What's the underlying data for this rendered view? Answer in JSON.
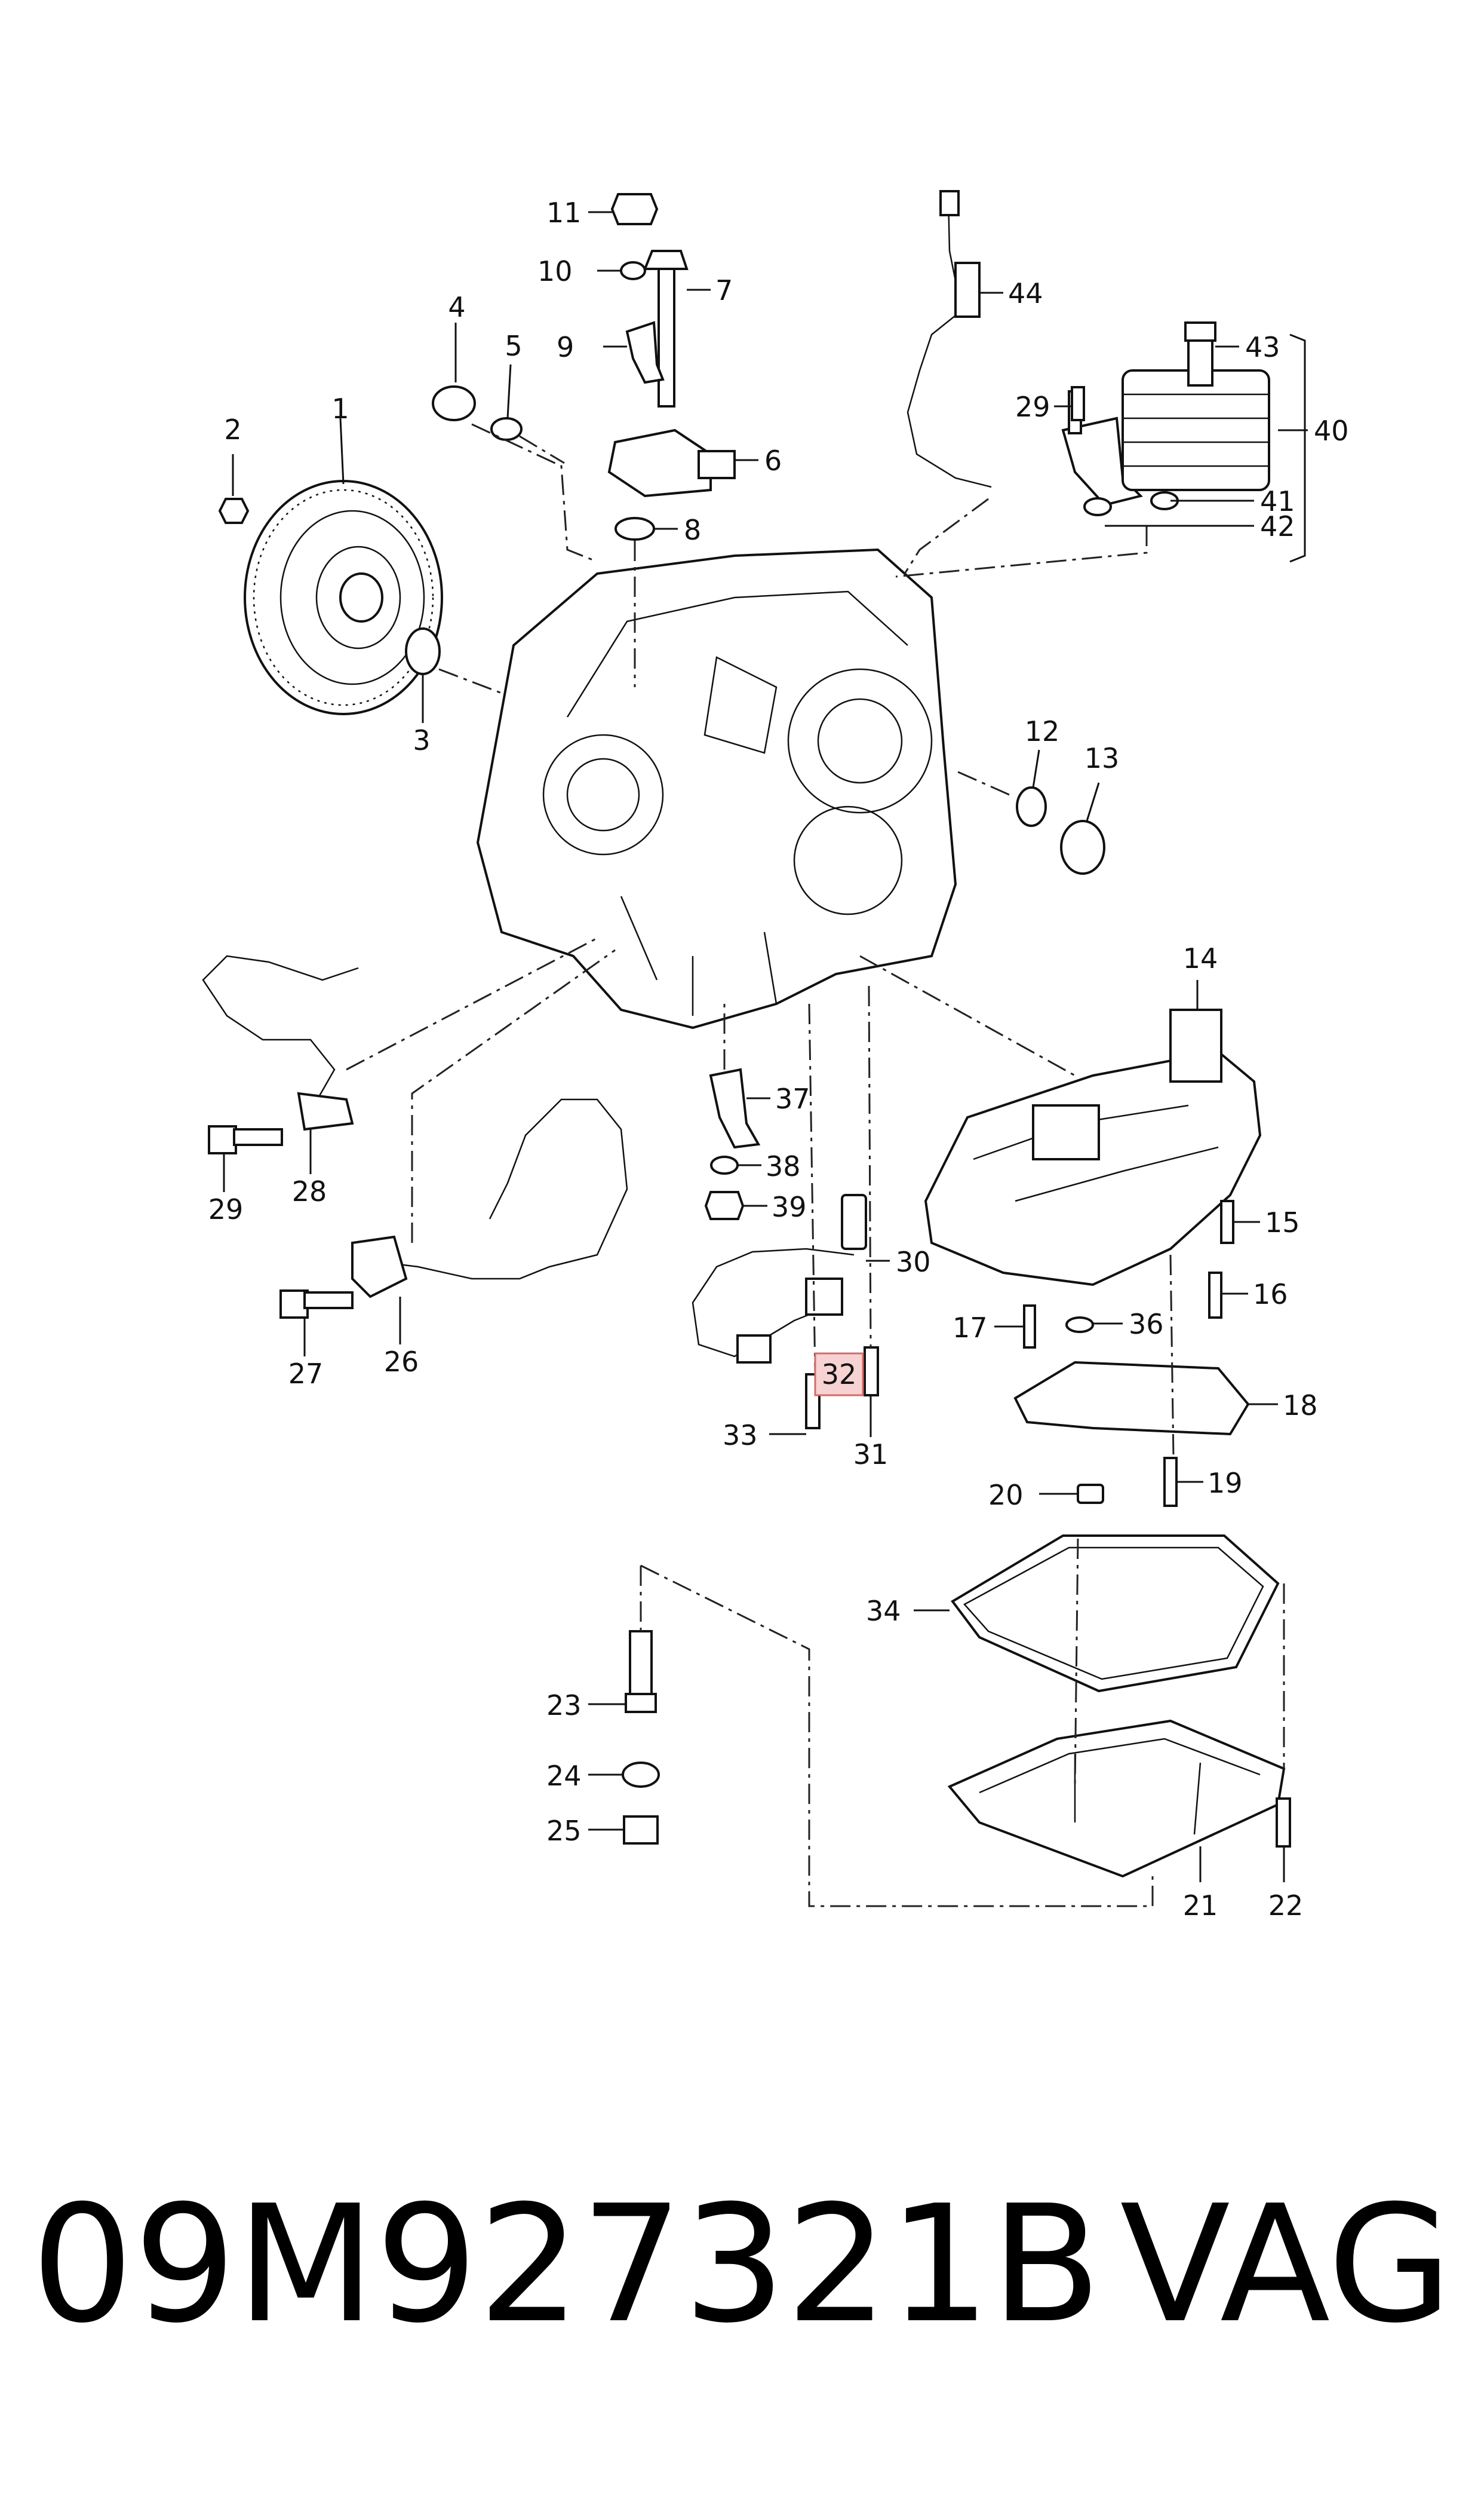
{
  "footer": {
    "part_number": "09M927321B",
    "brand": "VAG"
  },
  "highlighted_callout": "32",
  "callouts": {
    "c1": "1",
    "c2": "2",
    "c3": "3",
    "c4": "4",
    "c5": "5",
    "c6": "6",
    "c7": "7",
    "c8": "8",
    "c9": "9",
    "c10": "10",
    "c11": "11",
    "c12": "12",
    "c13": "13",
    "c14": "14",
    "c15": "15",
    "c16": "16",
    "c17": "17",
    "c18": "18",
    "c19": "19",
    "c20": "20",
    "c21": "21",
    "c22": "22",
    "c23": "23",
    "c24": "24",
    "c25": "25",
    "c26": "26",
    "c27": "27",
    "c28": "28",
    "c29a": "29",
    "c29b": "29",
    "c30": "30",
    "c31": "31",
    "c32": "32",
    "c33": "33",
    "c34": "34",
    "c36": "36",
    "c37": "37",
    "c38": "38",
    "c39": "39",
    "c40": "40",
    "c41": "41",
    "c42": "42",
    "c43": "43",
    "c44": "44"
  },
  "colors": {
    "line": "#111111",
    "highlight_fill": "#f6d2d2",
    "highlight_stroke": "#d96868"
  }
}
